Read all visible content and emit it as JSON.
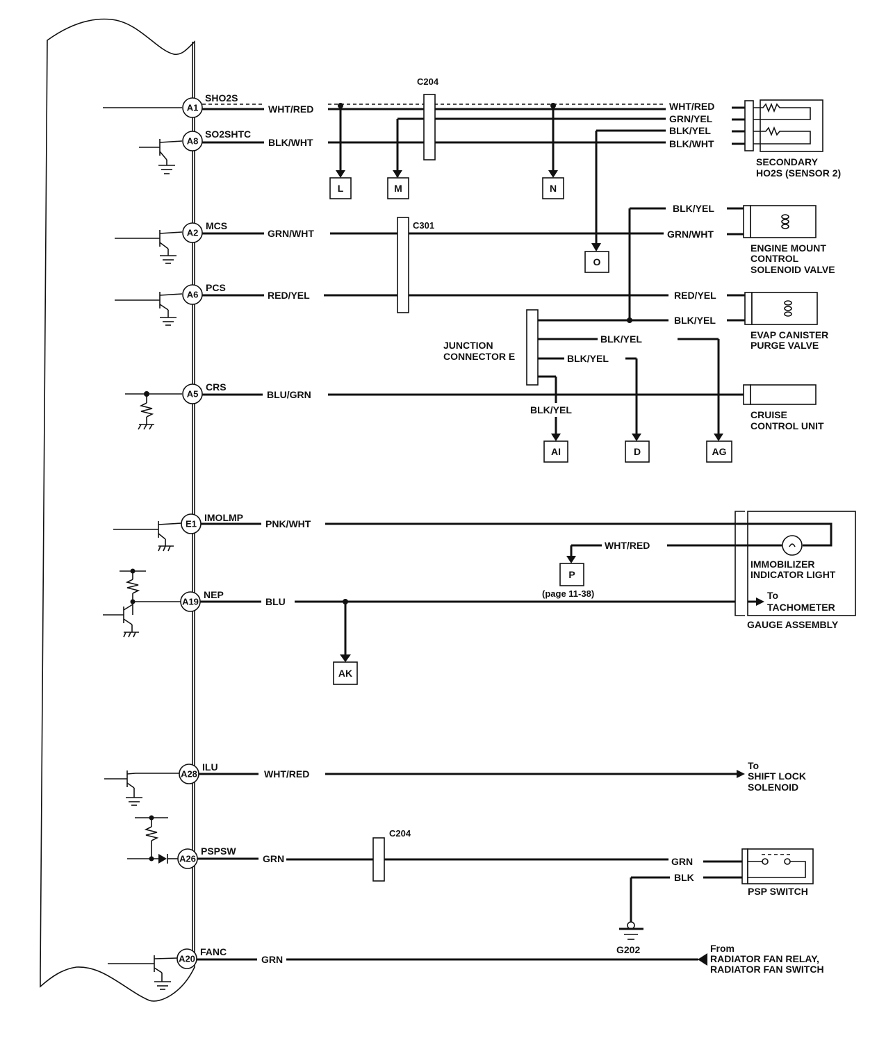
{
  "ecm_pins": [
    {
      "id": "A1",
      "signal": "SHO2S",
      "wire": "WHT/RED"
    },
    {
      "id": "A8",
      "signal": "SO2SHTC",
      "wire": "BLK/WHT"
    },
    {
      "id": "A2",
      "signal": "MCS",
      "wire": "GRN/WHT"
    },
    {
      "id": "A6",
      "signal": "PCS",
      "wire": "RED/YEL"
    },
    {
      "id": "A5",
      "signal": "CRS",
      "wire": "BLU/GRN"
    },
    {
      "id": "E1",
      "signal": "IMOLMP",
      "wire": "PNK/WHT"
    },
    {
      "id": "A19",
      "signal": "NEP",
      "wire": "BLU"
    },
    {
      "id": "A28",
      "signal": "ILU",
      "wire": "WHT/RED"
    },
    {
      "id": "A26",
      "signal": "PSPSW",
      "wire": "GRN"
    },
    {
      "id": "A20",
      "signal": "FANC",
      "wire": "GRN"
    }
  ],
  "connectors": {
    "c204_top": "C204",
    "c301": "C301",
    "c204_bottom": "C204",
    "junction_e": [
      "JUNCTION",
      "CONNECTOR E"
    ]
  },
  "ho2s": {
    "wires": [
      "WHT/RED",
      "GRN/YEL",
      "BLK/YEL",
      "BLK/WHT"
    ],
    "label": [
      "SECONDARY",
      "HO2S (SENSOR 2)"
    ]
  },
  "engine_mount": {
    "wires": [
      "BLK/YEL",
      "GRN/WHT"
    ],
    "label": [
      "ENGINE MOUNT",
      "CONTROL",
      "SOLENOID VALVE"
    ]
  },
  "evap": {
    "wires": [
      "RED/YEL",
      "BLK/YEL"
    ],
    "label": [
      "EVAP CANISTER",
      "PURGE VALVE"
    ]
  },
  "junction_branches": [
    "BLK/YEL",
    "BLK/YEL",
    "BLK/YEL"
  ],
  "cruise": {
    "label": [
      "CRUISE",
      "CONTROL UNIT"
    ]
  },
  "gauge": {
    "wire_p": "WHT/RED",
    "page_ref": "(page 11-38)",
    "light_label": [
      "IMMOBILIZER",
      "INDICATOR LIGHT"
    ],
    "tach_label": [
      "To",
      "TACHOMETER"
    ],
    "assembly_label": "GAUGE ASSEMBLY"
  },
  "shift_lock": {
    "label": [
      "To",
      "SHIFT LOCK",
      "SOLENOID"
    ]
  },
  "psp": {
    "wires": [
      "GRN",
      "BLK"
    ],
    "label": "PSP SWITCH",
    "ground": "G202"
  },
  "radiator": {
    "label": [
      "From",
      "RADIATOR FAN RELAY,",
      "RADIATOR FAN SWITCH"
    ]
  },
  "refs": [
    "L",
    "M",
    "N",
    "O",
    "AI",
    "D",
    "AG",
    "P",
    "AK"
  ]
}
